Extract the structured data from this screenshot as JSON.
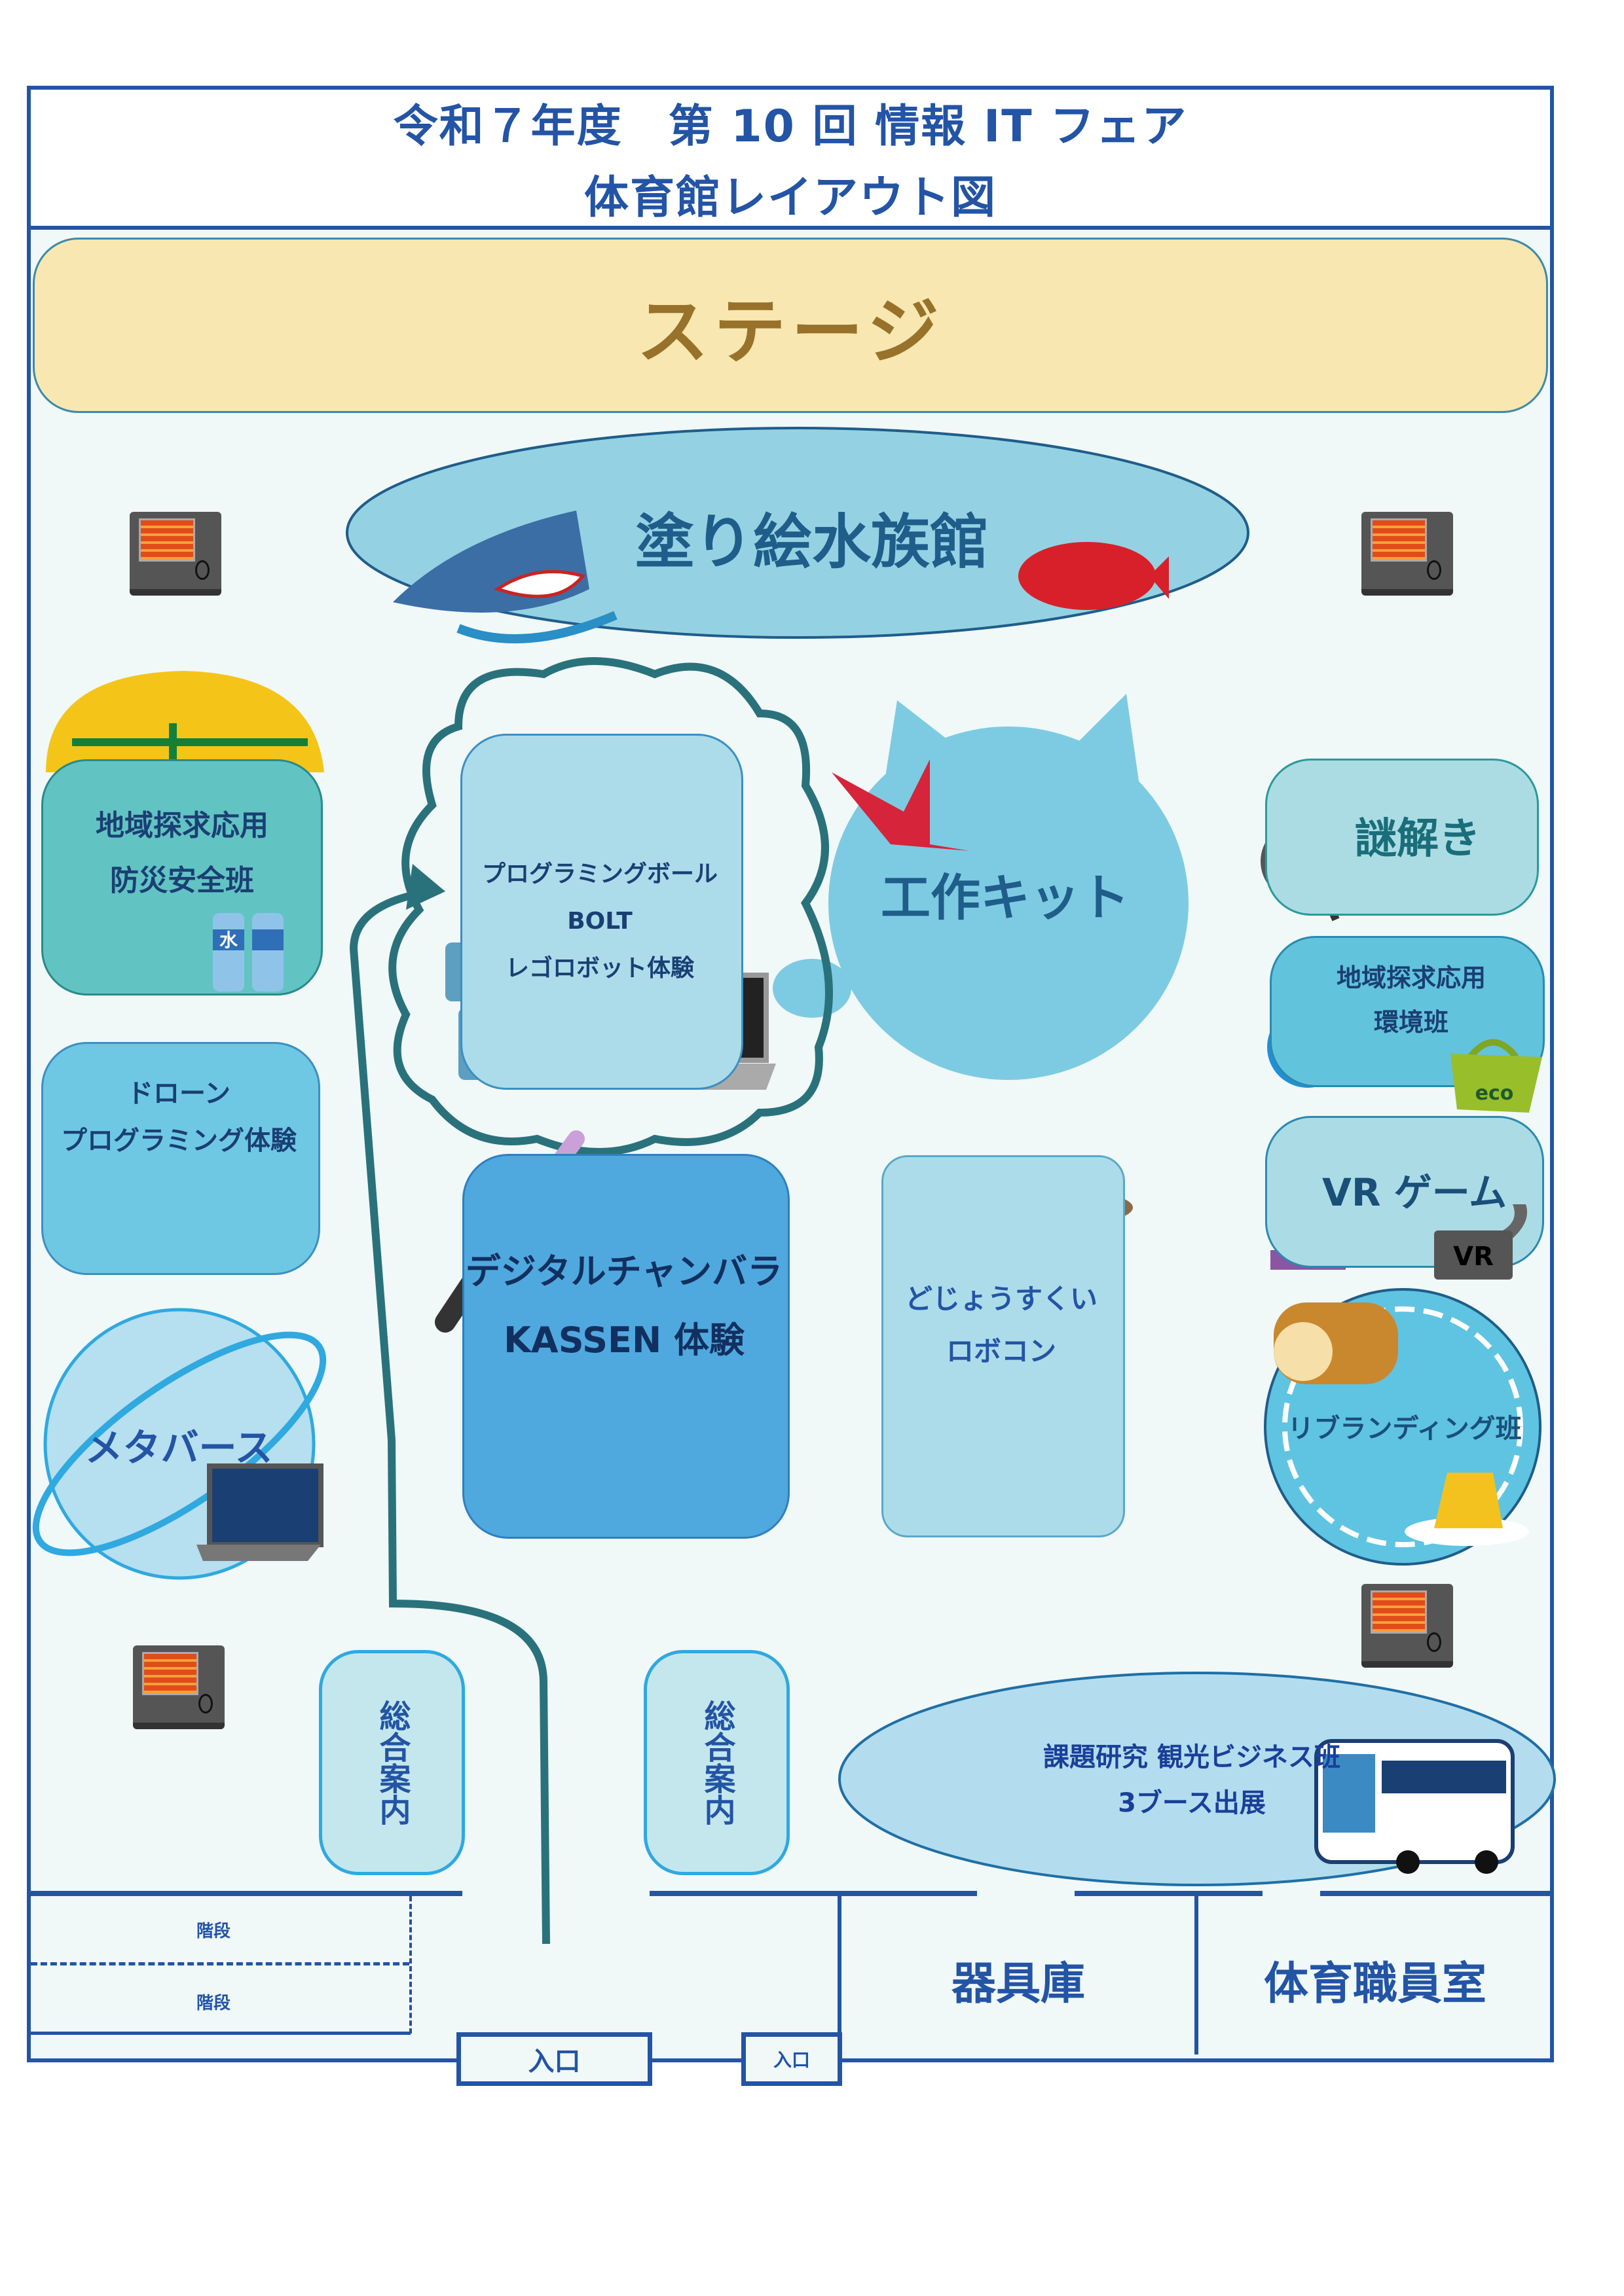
{
  "header": {
    "title_line1": "令和７年度　第 10 回 情報 IT フェア",
    "title_line2": "体育館レイアウト図"
  },
  "stage": {
    "label": "ステージ"
  },
  "booths": {
    "aquarium": "塗り絵水族館",
    "bousai": {
      "line1": "地域探求応用",
      "line2": "防災安全班"
    },
    "drone": {
      "line1": "ドローン",
      "line2": "プログラミング体験"
    },
    "metaverse": "メタバース",
    "bolt": {
      "line1": "プログラミングボールBOLT",
      "line2": "レゴロボット体験"
    },
    "kousaku": "工作キット",
    "chanbara": {
      "line1": "デジタルチャンバラ",
      "line2": "KASSEN 体験"
    },
    "dojou": {
      "line1": "どじょうすくい",
      "line2": "ロボコン"
    },
    "nazotoki": "謎解き",
    "kankyo": {
      "line1": "地域探求応用",
      "line2": "環境班"
    },
    "vr": "VR ゲーム",
    "rebrand": "リブランディング班",
    "info1": "総合案内",
    "info2": "総合案内",
    "tourism": {
      "line1": "課題研究 観光ビジネス班",
      "line2": "3ブース出展"
    }
  },
  "rooms": {
    "stairs1": "階段",
    "stairs2": "階段",
    "storage": "器具庫",
    "staff": "体育職員室",
    "entrance1": "入口",
    "entrance2": "入口"
  },
  "vr_headset_label": "VR",
  "eco_bag_label": "eco",
  "water_label": "水",
  "colors": {
    "primary": "#2354a5",
    "stage": "#f8e7b0",
    "stage_text": "#98722a",
    "path": "#2a727b",
    "floor": "#f0f8f8"
  }
}
